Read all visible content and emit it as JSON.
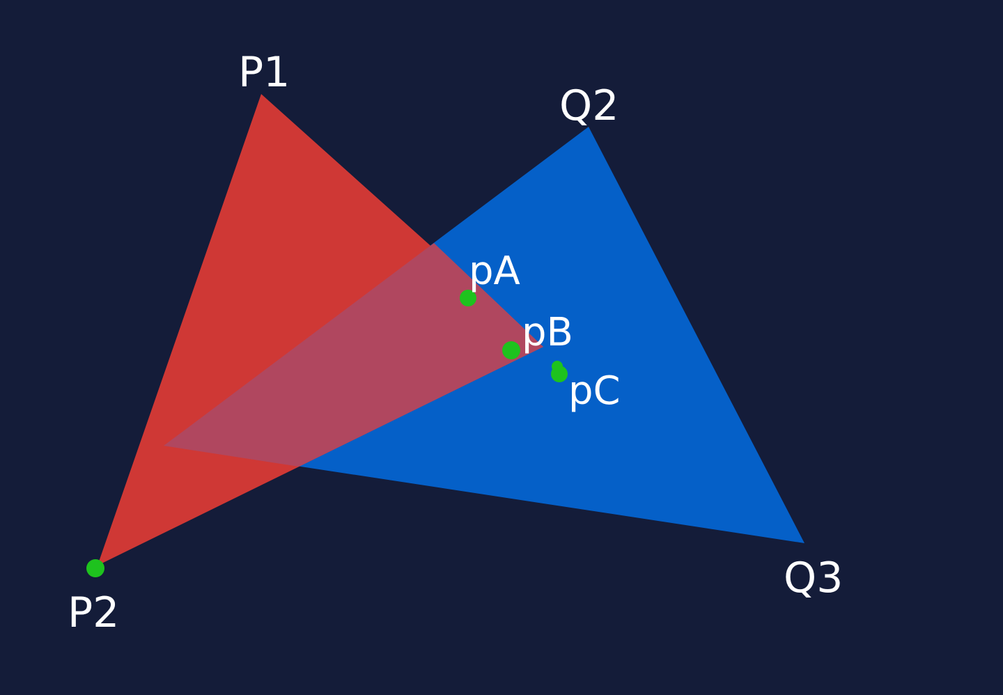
{
  "diagram": {
    "background": "#141c39",
    "triangles": [
      {
        "id": "blue",
        "color": "#0560c8",
        "vertices": [
          {
            "label": "",
            "key": "q1"
          },
          {
            "label": "Q2",
            "key": "q2"
          },
          {
            "label": "Q3",
            "key": "q3"
          }
        ]
      },
      {
        "id": "red",
        "color": "#d93a35",
        "opacity": 0.95,
        "vertices": [
          {
            "label": "P1",
            "key": "p1"
          },
          {
            "label": "P2",
            "key": "p2"
          },
          {
            "label": "",
            "key": "p3"
          }
        ]
      }
    ],
    "overlap_color": "#b0475f",
    "points": [
      {
        "label": "pA",
        "color": "#1ec21e"
      },
      {
        "label": "pB",
        "color": "#1ec21e"
      },
      {
        "label": "pC",
        "color": "#1ec21e"
      },
      {
        "label": "",
        "color": "#1ec21e"
      }
    ],
    "label_color": "#ffffff"
  }
}
